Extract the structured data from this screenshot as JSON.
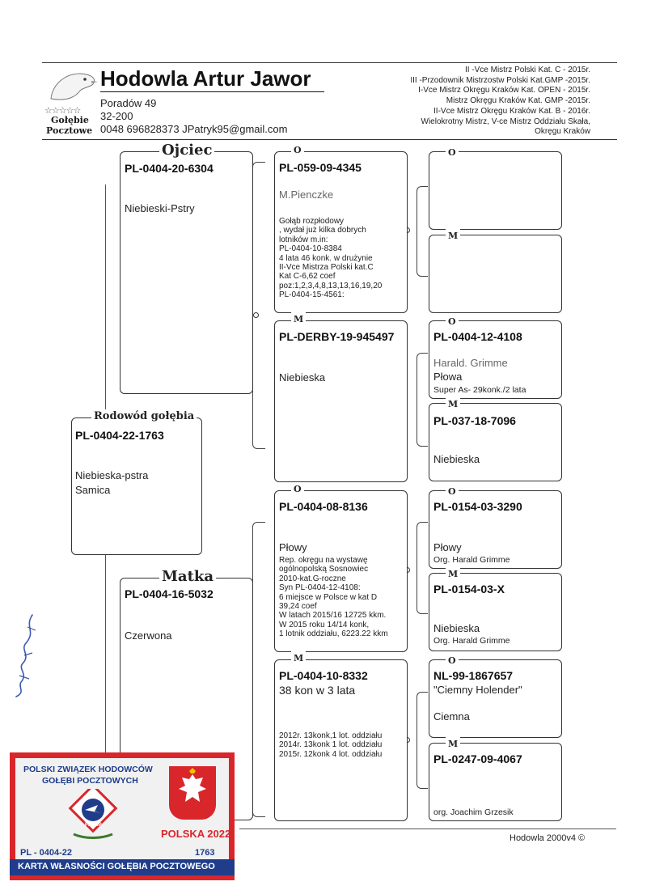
{
  "header": {
    "breeder_title": "Hodowla Artur Jawor",
    "address_line1": "Poradów 49",
    "address_line2": "32-200",
    "contact": "0048 696828373 JPatryk95@gmail.com",
    "logo_stars": "☆☆☆☆☆",
    "logo_text1": "Gołębie",
    "logo_text2": "Pocztowe",
    "achievements": [
      "II -Vce Mistrz Polski Kat. C - 2015r.",
      "III -Przodownik Mistrzostw Polski Kat.GMP -2015r.",
      "I-Vce Mistrz Okręgu Kraków Kat. OPEN - 2015r.",
      "Mistrz Okręgu Kraków Kat. GMP -2015r.",
      "II-Vce Mistrz Okręgu Kraków Kat. B - 2016r.",
      "Wielokrotny Mistrz, V-ce Mistrz Oddziału Skała,",
      "Okręgu Kraków"
    ]
  },
  "subject": {
    "title": "Rodowód gołębia",
    "ring": "PL-0404-22-1763",
    "color": "Niebieska-pstra",
    "sex": "Samica"
  },
  "father": {
    "title": "Ojciec",
    "ring": "PL-0404-20-6304",
    "color": "Niebieski-Pstry"
  },
  "mother": {
    "title": "Matka",
    "ring": "PL-0404-16-5032",
    "color": "Czerwona"
  },
  "ff": {
    "title": "O",
    "ring": "PL-059-09-4345",
    "breeder": "M.Pienczke",
    "notes": "Gołąb rozpłodowy\n, wydał już kilka dobrych\nlotników m.in:\nPL-0404-10-8384\n4 lata 46 konk. w drużynie\nII-Vce Mistrza Polski kat.C\nKat C-6,62 coef\npoz:1,2,3,4,8,13,13,16,19,20\nPL-0404-15-4561:"
  },
  "fm": {
    "title": "M",
    "ring": "PL-DERBY-19-945497",
    "color": "Niebieska"
  },
  "mf": {
    "title": "O",
    "ring": "PL-0404-08-8136",
    "color": "Płowy",
    "notes": "Rep. okręgu na wystawę\nogólnopolską Sosnowiec\n2010-kat.G-roczne\nSyn PL-0404-12-4108:\n6 miejsce w Polsce w kat D\n39,24 coef\nW latach 2015/16 12725 kkm.\nW 2015 roku 14/14 konk,\n1 lotnik oddziału, 6223.22 kkm"
  },
  "mm": {
    "title": "M",
    "ring": "PL-0404-10-8332",
    "summary": "38 kon w 3 lata",
    "notes": "2012r. 13konk,1 lot. oddziału\n2014r. 13konk 1 lot. oddziału\n2015r. 12konk 4 lot. oddziału"
  },
  "fff": {
    "title": "O"
  },
  "ffm": {
    "title": "M"
  },
  "fmf": {
    "title": "O",
    "ring": "PL-0404-12-4108",
    "breeder": "Harald. Grimme",
    "color": "Płowa",
    "note": "Super As- 29konk./2 lata"
  },
  "fmm": {
    "title": "M",
    "ring": "PL-037-18-7096",
    "color": "Niebieska"
  },
  "mff": {
    "title": "O",
    "ring": "PL-0154-03-3290",
    "color": "Płowy",
    "note": "Org. Harald Grimme"
  },
  "mfm": {
    "title": "M",
    "ring": "PL-0154-03-X",
    "color": "Niebieska",
    "note": "Org. Harald Grimme"
  },
  "mmf": {
    "title": "O",
    "ring": "NL-99-1867657",
    "name": "\"Ciemny Holender\"",
    "color": "Ciemna"
  },
  "mmm": {
    "title": "M",
    "ring": "PL-0247-09-4067",
    "note": "org. Joachim Grzesik"
  },
  "card": {
    "line1": "POLSKI ZWIĄZEK HODOWCÓW",
    "line2": "GOŁĘBI POCZTOWYCH",
    "logo": "PZHGP",
    "year_label": "POLSKA 2022",
    "ring_left": "PL - 0404-22",
    "ring_right": "1763",
    "footer": "KARTA WŁASNOŚCI GOŁĘBIA POCZTOWEGO"
  },
  "footer_credit": "Hodowla 2000v4 ©",
  "colors": {
    "card_red": "#d9262b",
    "card_blue": "#1f3d8a",
    "ink": "#1a1a1a"
  }
}
